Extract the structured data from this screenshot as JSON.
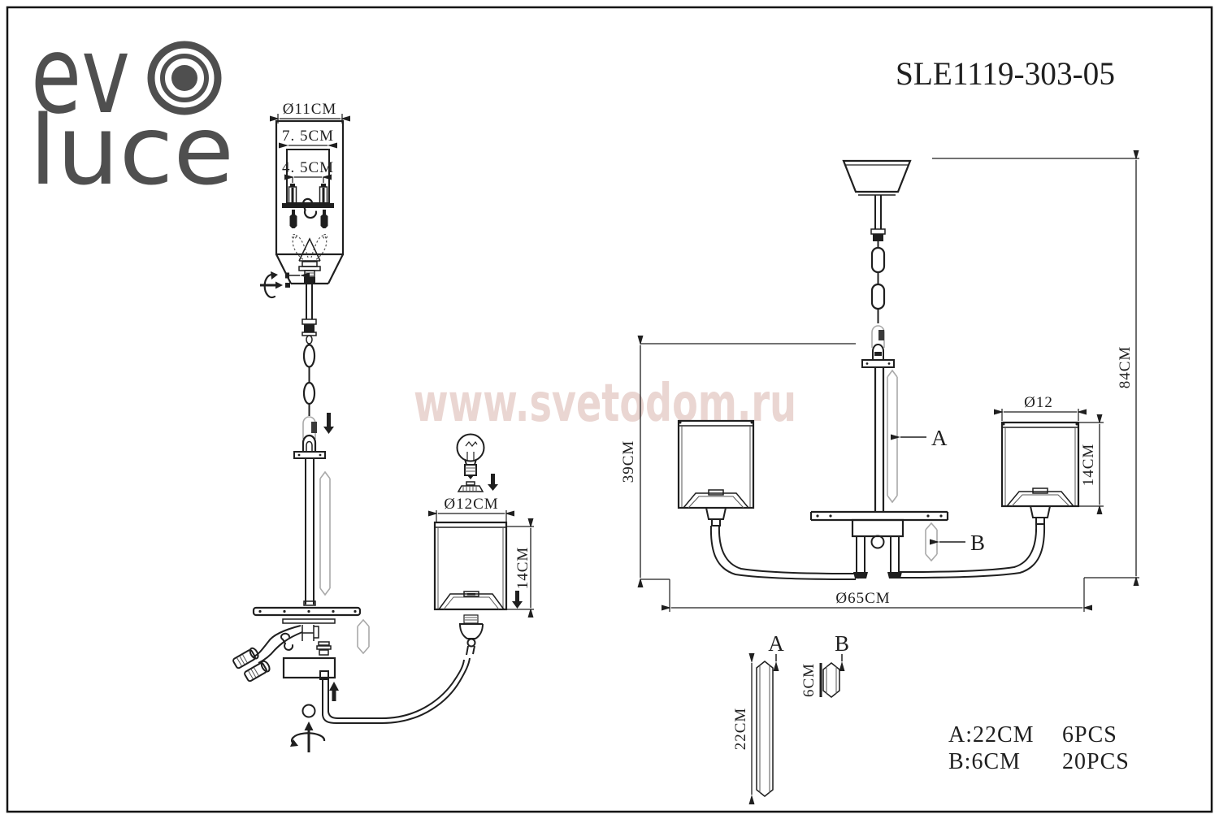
{
  "page": {
    "brand": {
      "word_top": "ev",
      "word_bottom": "luce"
    },
    "model_number": "SLE1119-303-05",
    "watermark": "www.svetodom.ru"
  },
  "colors": {
    "line": "#1f1f1f",
    "ghost_line": "#a9a9a9",
    "logo_gray": "#4f4f4f",
    "watermark_pink": "#e8d2ce",
    "background": "#ffffff"
  },
  "installation_view": {
    "canopy_diameter": "Ø11CM",
    "bracket_width": "7. 5CM",
    "screw_spacing": "4. 5CM",
    "shade_diameter": "Ø12CM",
    "shade_height": "14CM"
  },
  "dimension_view": {
    "body_height": "39CM",
    "overall_height": "84CM",
    "shade_diameter": "Ø12",
    "shade_height": "14CM",
    "overall_diameter": "Ø65CM",
    "arm_label": "A",
    "spacer_label": "B"
  },
  "parts_detail": {
    "a_label": "A",
    "a_height": "22CM",
    "b_label": "B",
    "b_height": "6CM"
  },
  "parts_list": {
    "rows": [
      {
        "spec": "A:22CM",
        "qty": "6PCS"
      },
      {
        "spec": "B:6CM",
        "qty": "20PCS"
      }
    ]
  }
}
